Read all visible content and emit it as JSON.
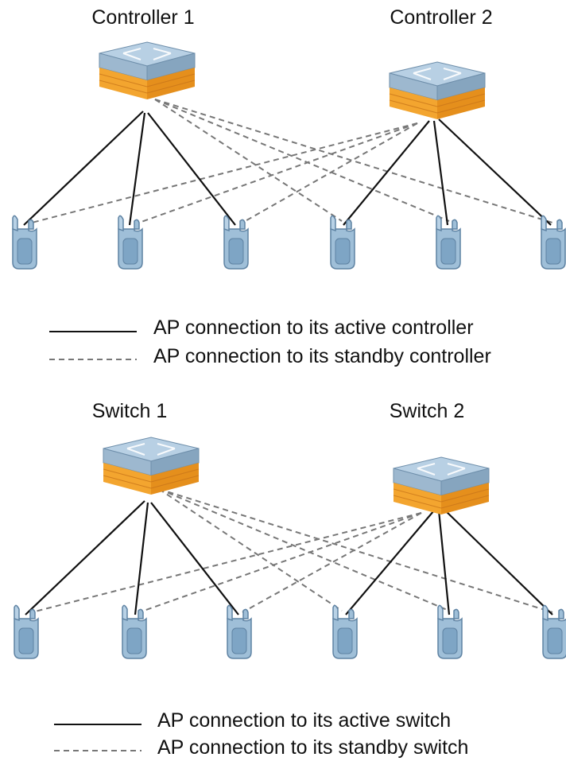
{
  "colors": {
    "line": "#111111",
    "dashed": "#777777",
    "device_top": "#a9c4dc",
    "device_stripe": "#f0a130",
    "ap_body": "#8fb3d1"
  },
  "icons": {
    "device": "network-switch-icon",
    "ap": "access-point-icon"
  },
  "diagram_top": {
    "left_device_label": "Controller 1",
    "right_device_label": "Controller 2",
    "legend_active": "AP connection to its active controller",
    "legend_standby": "AP connection to its standby controller"
  },
  "diagram_bottom": {
    "left_device_label": "Switch 1",
    "right_device_label": "Switch 2",
    "legend_active": "AP connection to its active switch",
    "legend_standby": "AP connection to its standby switch"
  }
}
